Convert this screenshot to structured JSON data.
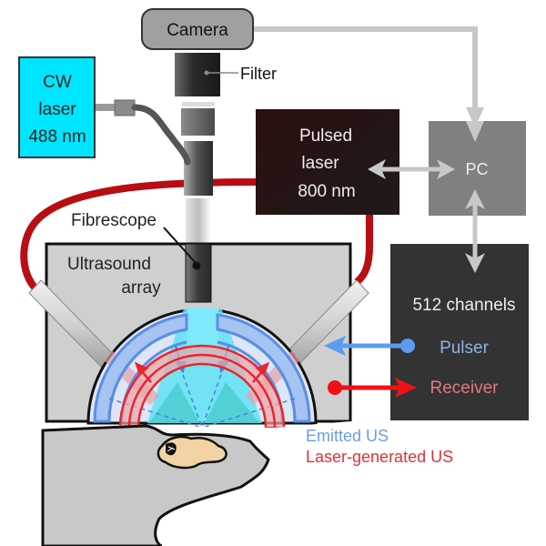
{
  "diagram": {
    "title": "Fibrescope-coupled optoacoustic/ultrasound imaging setup",
    "components": {
      "camera": {
        "label": "Camera"
      },
      "filter": {
        "label": "Filter"
      },
      "cw_laser": {
        "lines": [
          "CW",
          "laser",
          "488 nm"
        ],
        "color": "#00e5ff"
      },
      "pulsed_laser": {
        "lines": [
          "Pulsed",
          "laser",
          "800 nm"
        ],
        "color": "#2a1212"
      },
      "pc": {
        "label": "PC",
        "color": "#808080"
      },
      "daq": {
        "channels_label": "512 channels",
        "pulser_label": "Pulser",
        "receiver_label": "Receiver",
        "color": "#333333"
      },
      "fibrescope": {
        "label": "Fibrescope"
      },
      "ultrasound_array": {
        "lines": [
          "Ultrasound",
          "array"
        ]
      }
    },
    "legend": {
      "emitted_us": {
        "label": "Emitted US",
        "color": "#6a9de8"
      },
      "laser_generated_us": {
        "label": "Laser-generated US",
        "color": "#e0303a"
      }
    },
    "colors": {
      "fiber_red": "#b80d12",
      "connection_gray": "#c8c8c8",
      "pulser_blue": "#5b9cf0",
      "receiver_red": "#f01018",
      "housing_gray": "#cfcfcf",
      "mouse_gray": "#c8c8c8",
      "brain_tan": "#f3d3a3"
    }
  }
}
